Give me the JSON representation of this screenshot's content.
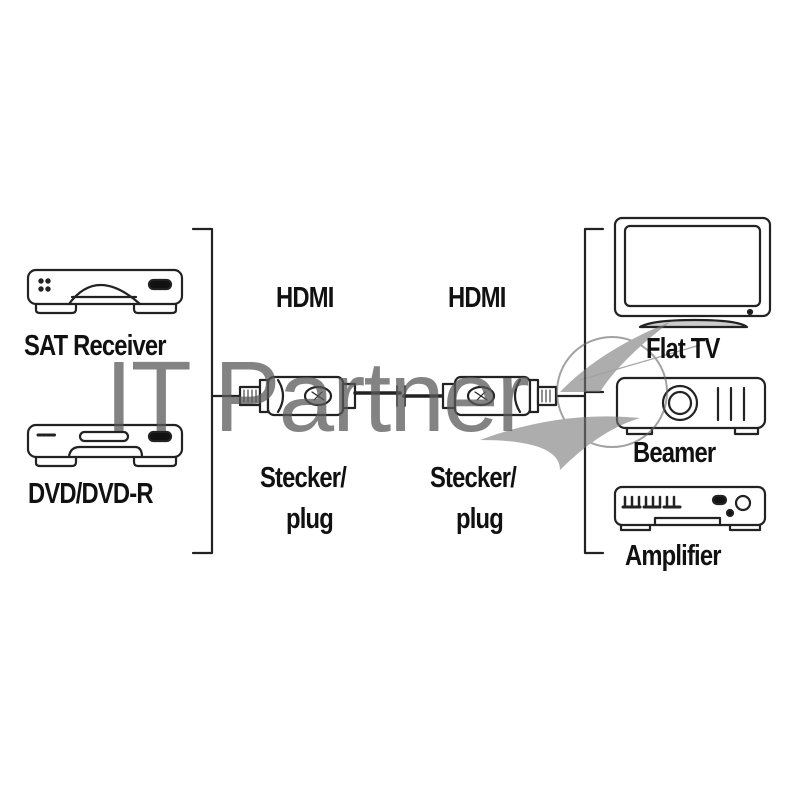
{
  "diagram": {
    "sources": [
      {
        "label": "SAT Receiver",
        "icon": "sat-receiver-icon"
      },
      {
        "label": "DVD/DVD-R",
        "icon": "dvd-player-icon"
      }
    ],
    "cable": {
      "left_connector": {
        "type": "HDMI",
        "caption_line1": "Stecker/",
        "caption_line2": "plug"
      },
      "right_connector": {
        "type": "HDMI",
        "caption_line1": "Stecker/",
        "caption_line2": "plug"
      }
    },
    "targets": [
      {
        "label": "Flat TV",
        "icon": "flat-tv-icon"
      },
      {
        "label": "Beamer",
        "icon": "projector-icon"
      },
      {
        "label": "Amplifier",
        "icon": "amplifier-icon"
      }
    ]
  },
  "watermark": {
    "text": "IT Partner"
  }
}
